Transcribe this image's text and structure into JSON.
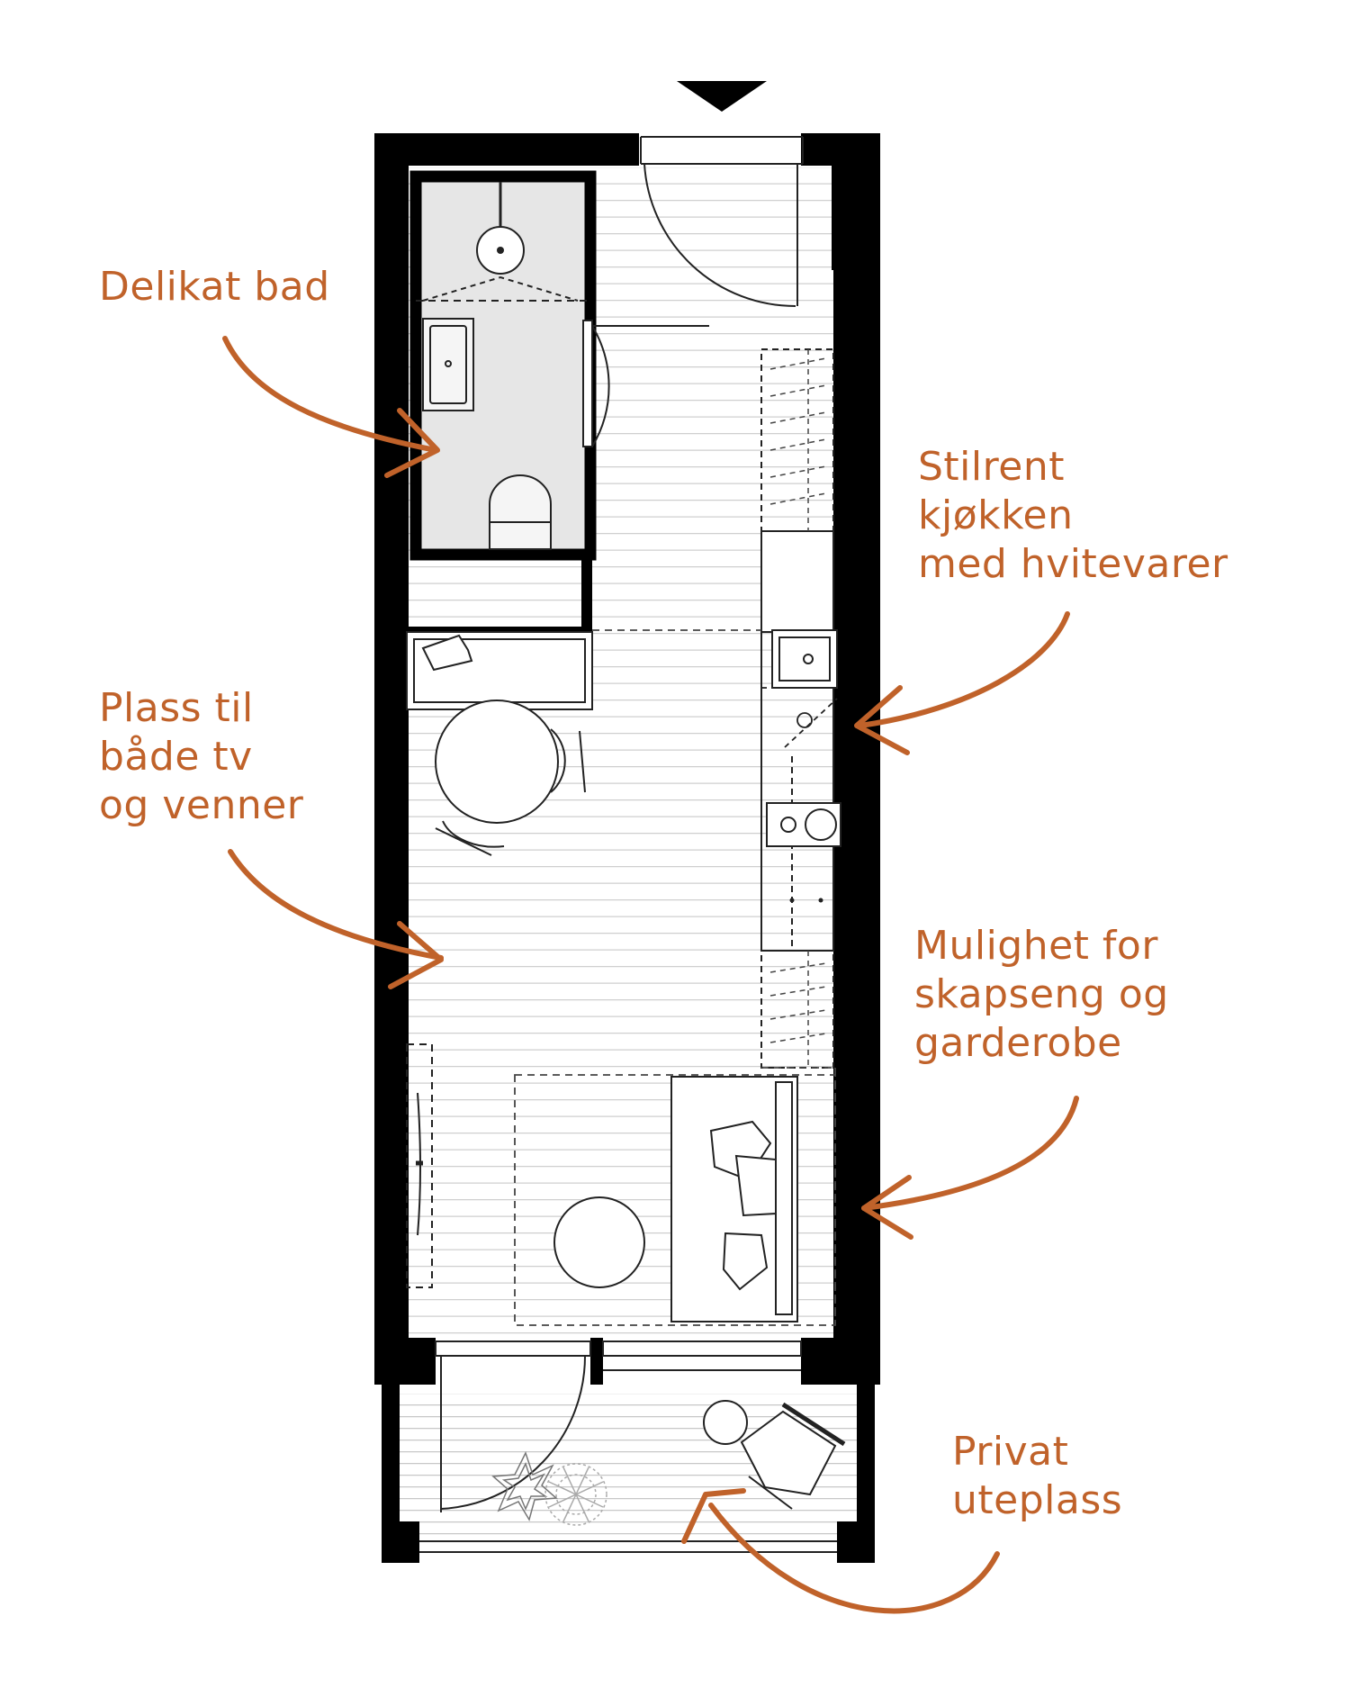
{
  "colors": {
    "accent": "#c0622a",
    "wall": "#000000",
    "line": "#222222",
    "floor_line": "#cfcfcf",
    "bath_fill": "#e6e6e6",
    "background": "#ffffff"
  },
  "icons": [
    "entrance-arrow-icon",
    "door-swing-icon",
    "sink-icon",
    "toilet-icon",
    "shower-icon",
    "stove-icon",
    "plant-icon",
    "chair-icon"
  ],
  "labels": {
    "bath": {
      "lines": [
        "Delikat bad"
      ]
    },
    "kitchen": {
      "lines": [
        "Stilrent",
        "kjøkken",
        "med hvitevarer"
      ]
    },
    "living": {
      "lines": [
        "Plass til",
        "både tv",
        "og venner"
      ]
    },
    "bed": {
      "lines": [
        "Mulighet for",
        "skapseng og",
        "garderobe"
      ]
    },
    "outdoor": {
      "lines": [
        "Privat",
        "uteplass"
      ]
    }
  }
}
